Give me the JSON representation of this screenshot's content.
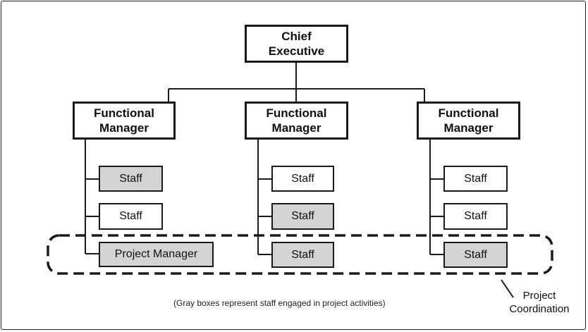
{
  "ceo": {
    "line1": "Chief",
    "line2": "Executive"
  },
  "managers": [
    {
      "line1": "Functional",
      "line2": "Manager"
    },
    {
      "line1": "Functional",
      "line2": "Manager"
    },
    {
      "line1": "Functional",
      "line2": "Manager"
    }
  ],
  "columns": [
    {
      "staff": [
        {
          "label": "Staff",
          "gray": true
        },
        {
          "label": "Staff",
          "gray": false
        },
        {
          "label": "Project Manager",
          "gray": true
        }
      ]
    },
    {
      "staff": [
        {
          "label": "Staff",
          "gray": false
        },
        {
          "label": "Staff",
          "gray": true
        },
        {
          "label": "Staff",
          "gray": true
        }
      ]
    },
    {
      "staff": [
        {
          "label": "Staff",
          "gray": false
        },
        {
          "label": "Staff",
          "gray": false
        },
        {
          "label": "Staff",
          "gray": true
        }
      ]
    }
  ],
  "note": "(Gray boxes represent staff engaged in project activities)",
  "callout": {
    "line1": "Project",
    "line2": "Coordination"
  },
  "colors": {
    "gray_fill": "#d4d4d4",
    "line": "#1a1a1a"
  }
}
